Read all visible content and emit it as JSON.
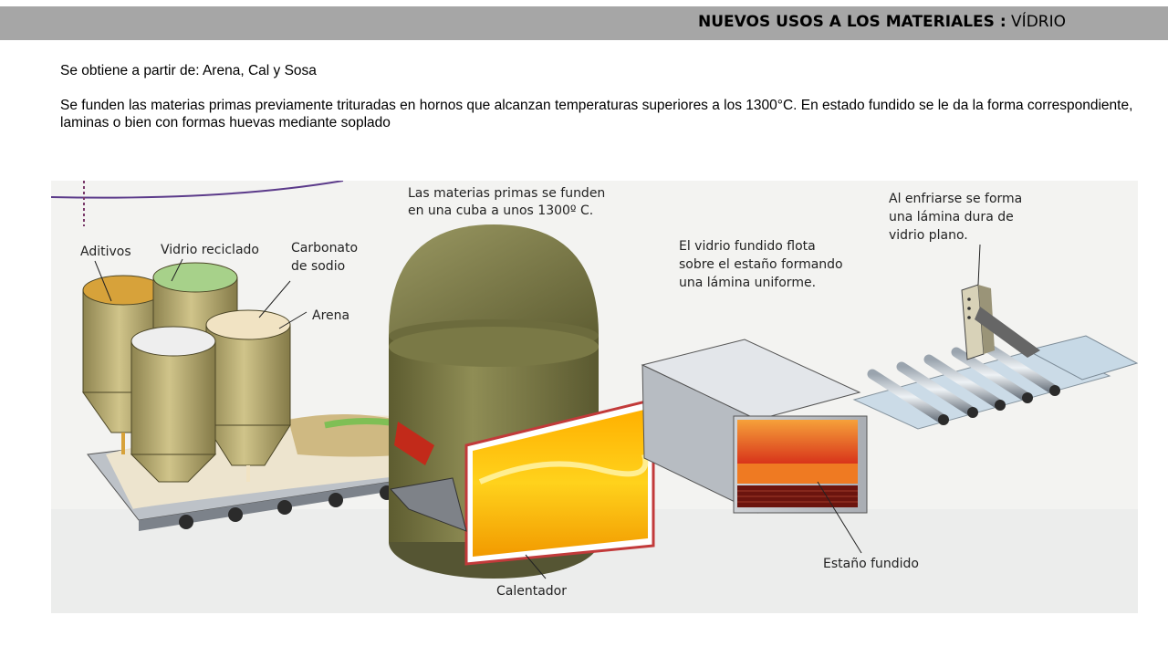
{
  "header": {
    "title_bold": "NUEVOS USOS A LOS MATERIALES :",
    "title_rest": "VÍDRIO"
  },
  "intro": {
    "line1": "Se obtiene a partir de: Arena, Cal y Sosa",
    "line2": "Se funden las materias primas previamente trituradas en hornos que alcanzan temperaturas superiores a los 1300°C. En estado fundido se le da la forma correspondiente, laminas o bien con formas huevas mediante soplado"
  },
  "diagram": {
    "labels": {
      "aditivos": "Aditivos",
      "vidrio_reciclado": "Vidrio reciclado",
      "carbonato_1": "Carbonato",
      "carbonato_2": "de sodio",
      "arena": "Arena",
      "materias_1": "Las materias primas se funden",
      "materias_2": "en una cuba a unos 1300º C.",
      "flota_1": "El vidrio fundido flota",
      "flota_2": "sobre el estaño formando",
      "flota_3": "una lámina uniforme.",
      "enfriarse_1": "Al enfriarse se forma",
      "enfriarse_2": "una lámina dura de",
      "enfriarse_3": "vidrio plano.",
      "calentador": "Calentador",
      "estano": "Estaño fundido"
    },
    "colors": {
      "silo": "#b5a86c",
      "furnace": "#7b7a44",
      "molten": "#f5c400",
      "fire": "#e34a1a",
      "tin": "#7a1a10",
      "glass": "#c7d9e6"
    }
  }
}
